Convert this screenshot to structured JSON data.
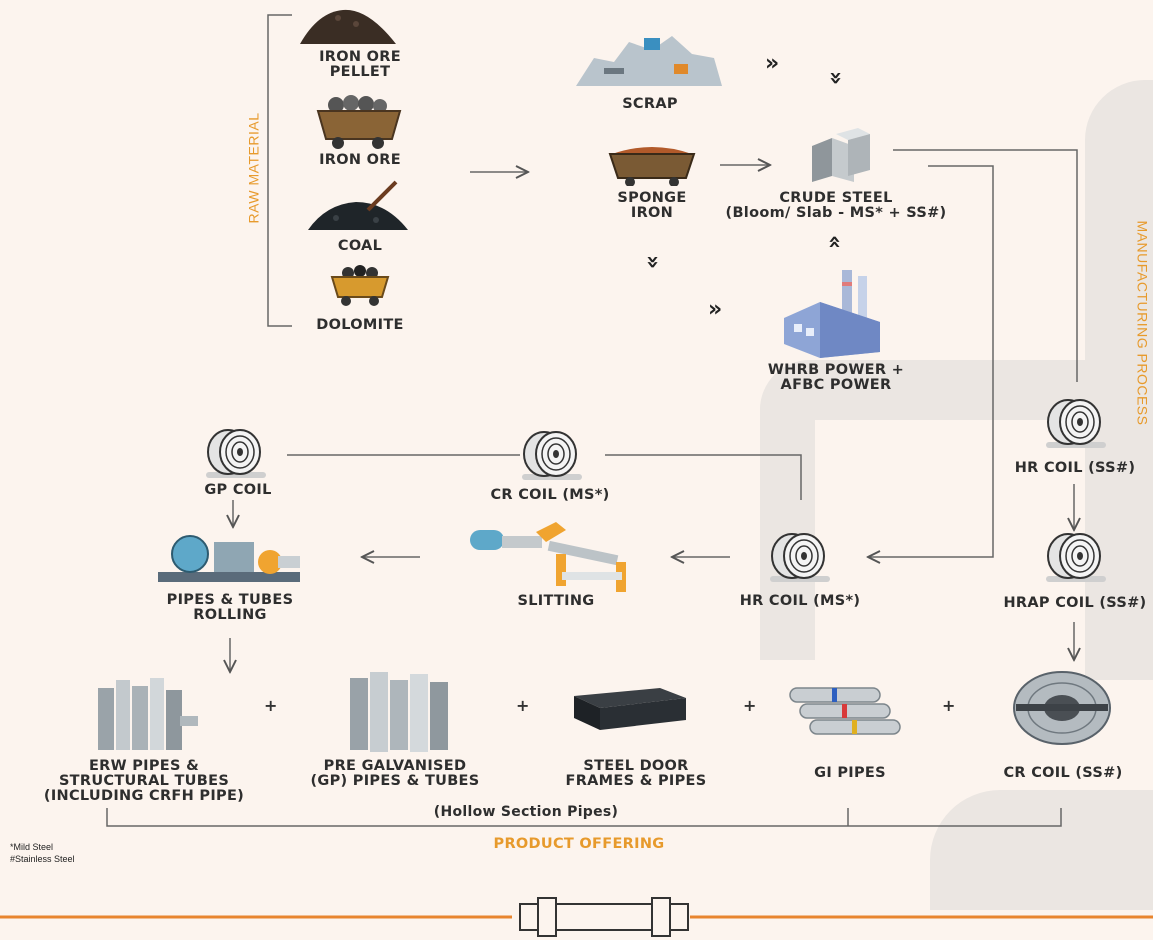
{
  "labels": {
    "raw_material": "RAW MATERIAL",
    "manufacturing_process": "MANUFACTURING PROCESS",
    "product_offering": "PRODUCT OFFERING",
    "hollow_section": "(Hollow Section Pipes)"
  },
  "raw": {
    "pellet": "IRON ORE\nPELLET",
    "iron_ore": "IRON ORE",
    "coal": "COAL",
    "dolomite": "DOLOMITE"
  },
  "process": {
    "scrap": "SCRAP",
    "sponge_iron": "SPONGE\nIRON",
    "crude_steel": "CRUDE STEEL\n(Bloom/ Slab - MS* + SS#)",
    "power": "WHRB POWER +\nAFBC POWER",
    "hr_coil_ss": "HR COIL (SS#)",
    "hrap_coil_ss": "HRAP COIL (SS#)",
    "hr_coil_ms": "HR COIL (MS*)",
    "slitting": "SLITTING",
    "cr_coil_ms": "CR COIL (MS*)",
    "gp_coil": "GP COIL",
    "pipes_rolling": "PIPES & TUBES\nROLLING"
  },
  "products": {
    "erw": "ERW PIPES &\nSTRUCTURAL TUBES\n(INCLUDING CRFH PIPE)",
    "pre_galv": "PRE GALVANISED\n(GP) PIPES & TUBES",
    "door_frames": "STEEL DOOR\nFRAMES & PIPES",
    "gi_pipes": "GI PIPES",
    "cr_coil_ss": "CR COIL (SS#)"
  },
  "footnotes": {
    "mild": "*Mild Steel",
    "stainless": "#Stainless Steel"
  },
  "plus": "+",
  "colors": {
    "accent": "#e79a2c",
    "line": "#555555",
    "bg": "#fcf4ee"
  }
}
